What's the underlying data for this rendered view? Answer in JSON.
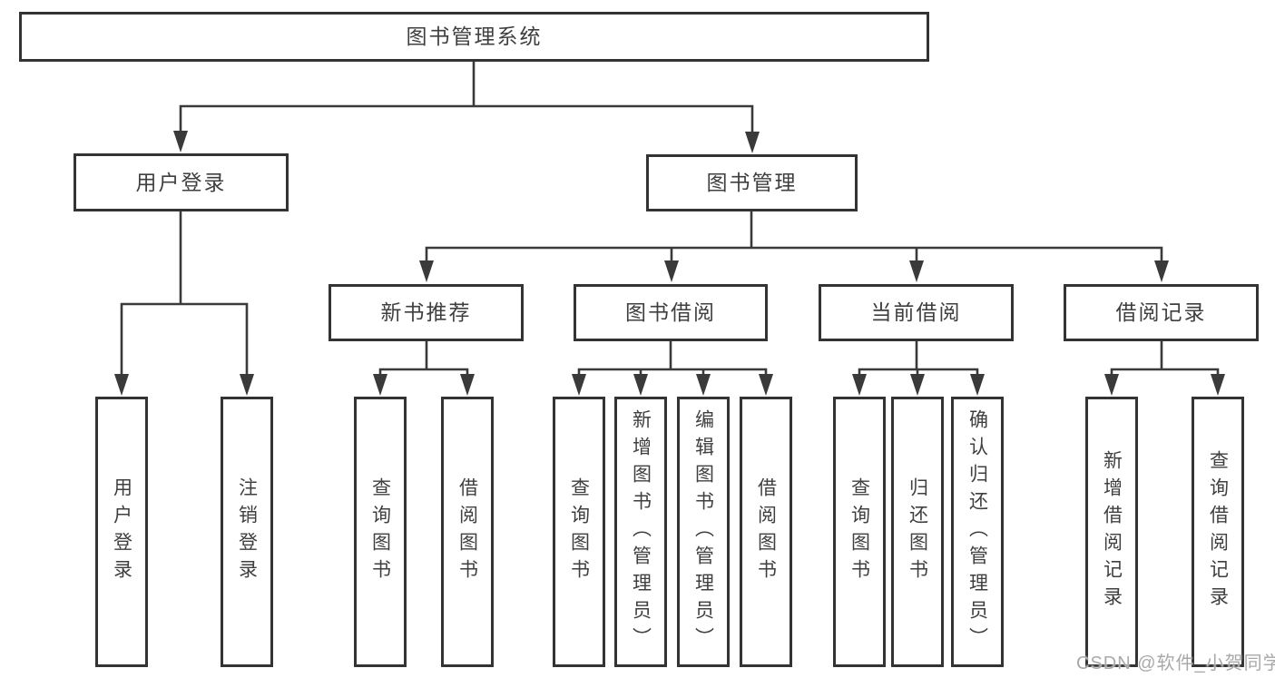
{
  "diagram": {
    "root": {
      "label": "图书管理系统"
    },
    "level2": {
      "user_login": {
        "label": "用户登录"
      },
      "book_mgmt": {
        "label": "图书管理"
      }
    },
    "level3": {
      "new_book_rec": {
        "label": "新书推荐"
      },
      "book_borrow": {
        "label": "图书借阅"
      },
      "current_borrow": {
        "label": "当前借阅"
      },
      "borrow_records": {
        "label": "借阅记录"
      }
    },
    "leaves": {
      "user_login_leaf": {
        "label": "用户登录"
      },
      "logout": {
        "label": "注销登录"
      },
      "rec_query_books": {
        "label": "查询图书"
      },
      "rec_borrow_books": {
        "label": "借阅图书"
      },
      "bb_query_books": {
        "label": "查询图书"
      },
      "bb_add_books": {
        "label": "新增图书（管理员）"
      },
      "bb_edit_books": {
        "label": "编辑图书（管理员）"
      },
      "bb_borrow_books": {
        "label": "借阅图书"
      },
      "cb_query_books": {
        "label": "查询图书"
      },
      "cb_return_books": {
        "label": "归还图书"
      },
      "cb_confirm_return": {
        "label": "确认归还（管理员）"
      },
      "br_add_record": {
        "label": "新增借阅记录"
      },
      "br_query_record": {
        "label": "查询借阅记录"
      }
    },
    "colors": {
      "line": "#3a3a3a",
      "box_border": "#333333",
      "text": "#3f3f3f",
      "background": "#ffffff"
    }
  },
  "watermark": {
    "text": "CSDN @软件_小贺同学",
    "color": "#a9a9a9"
  }
}
